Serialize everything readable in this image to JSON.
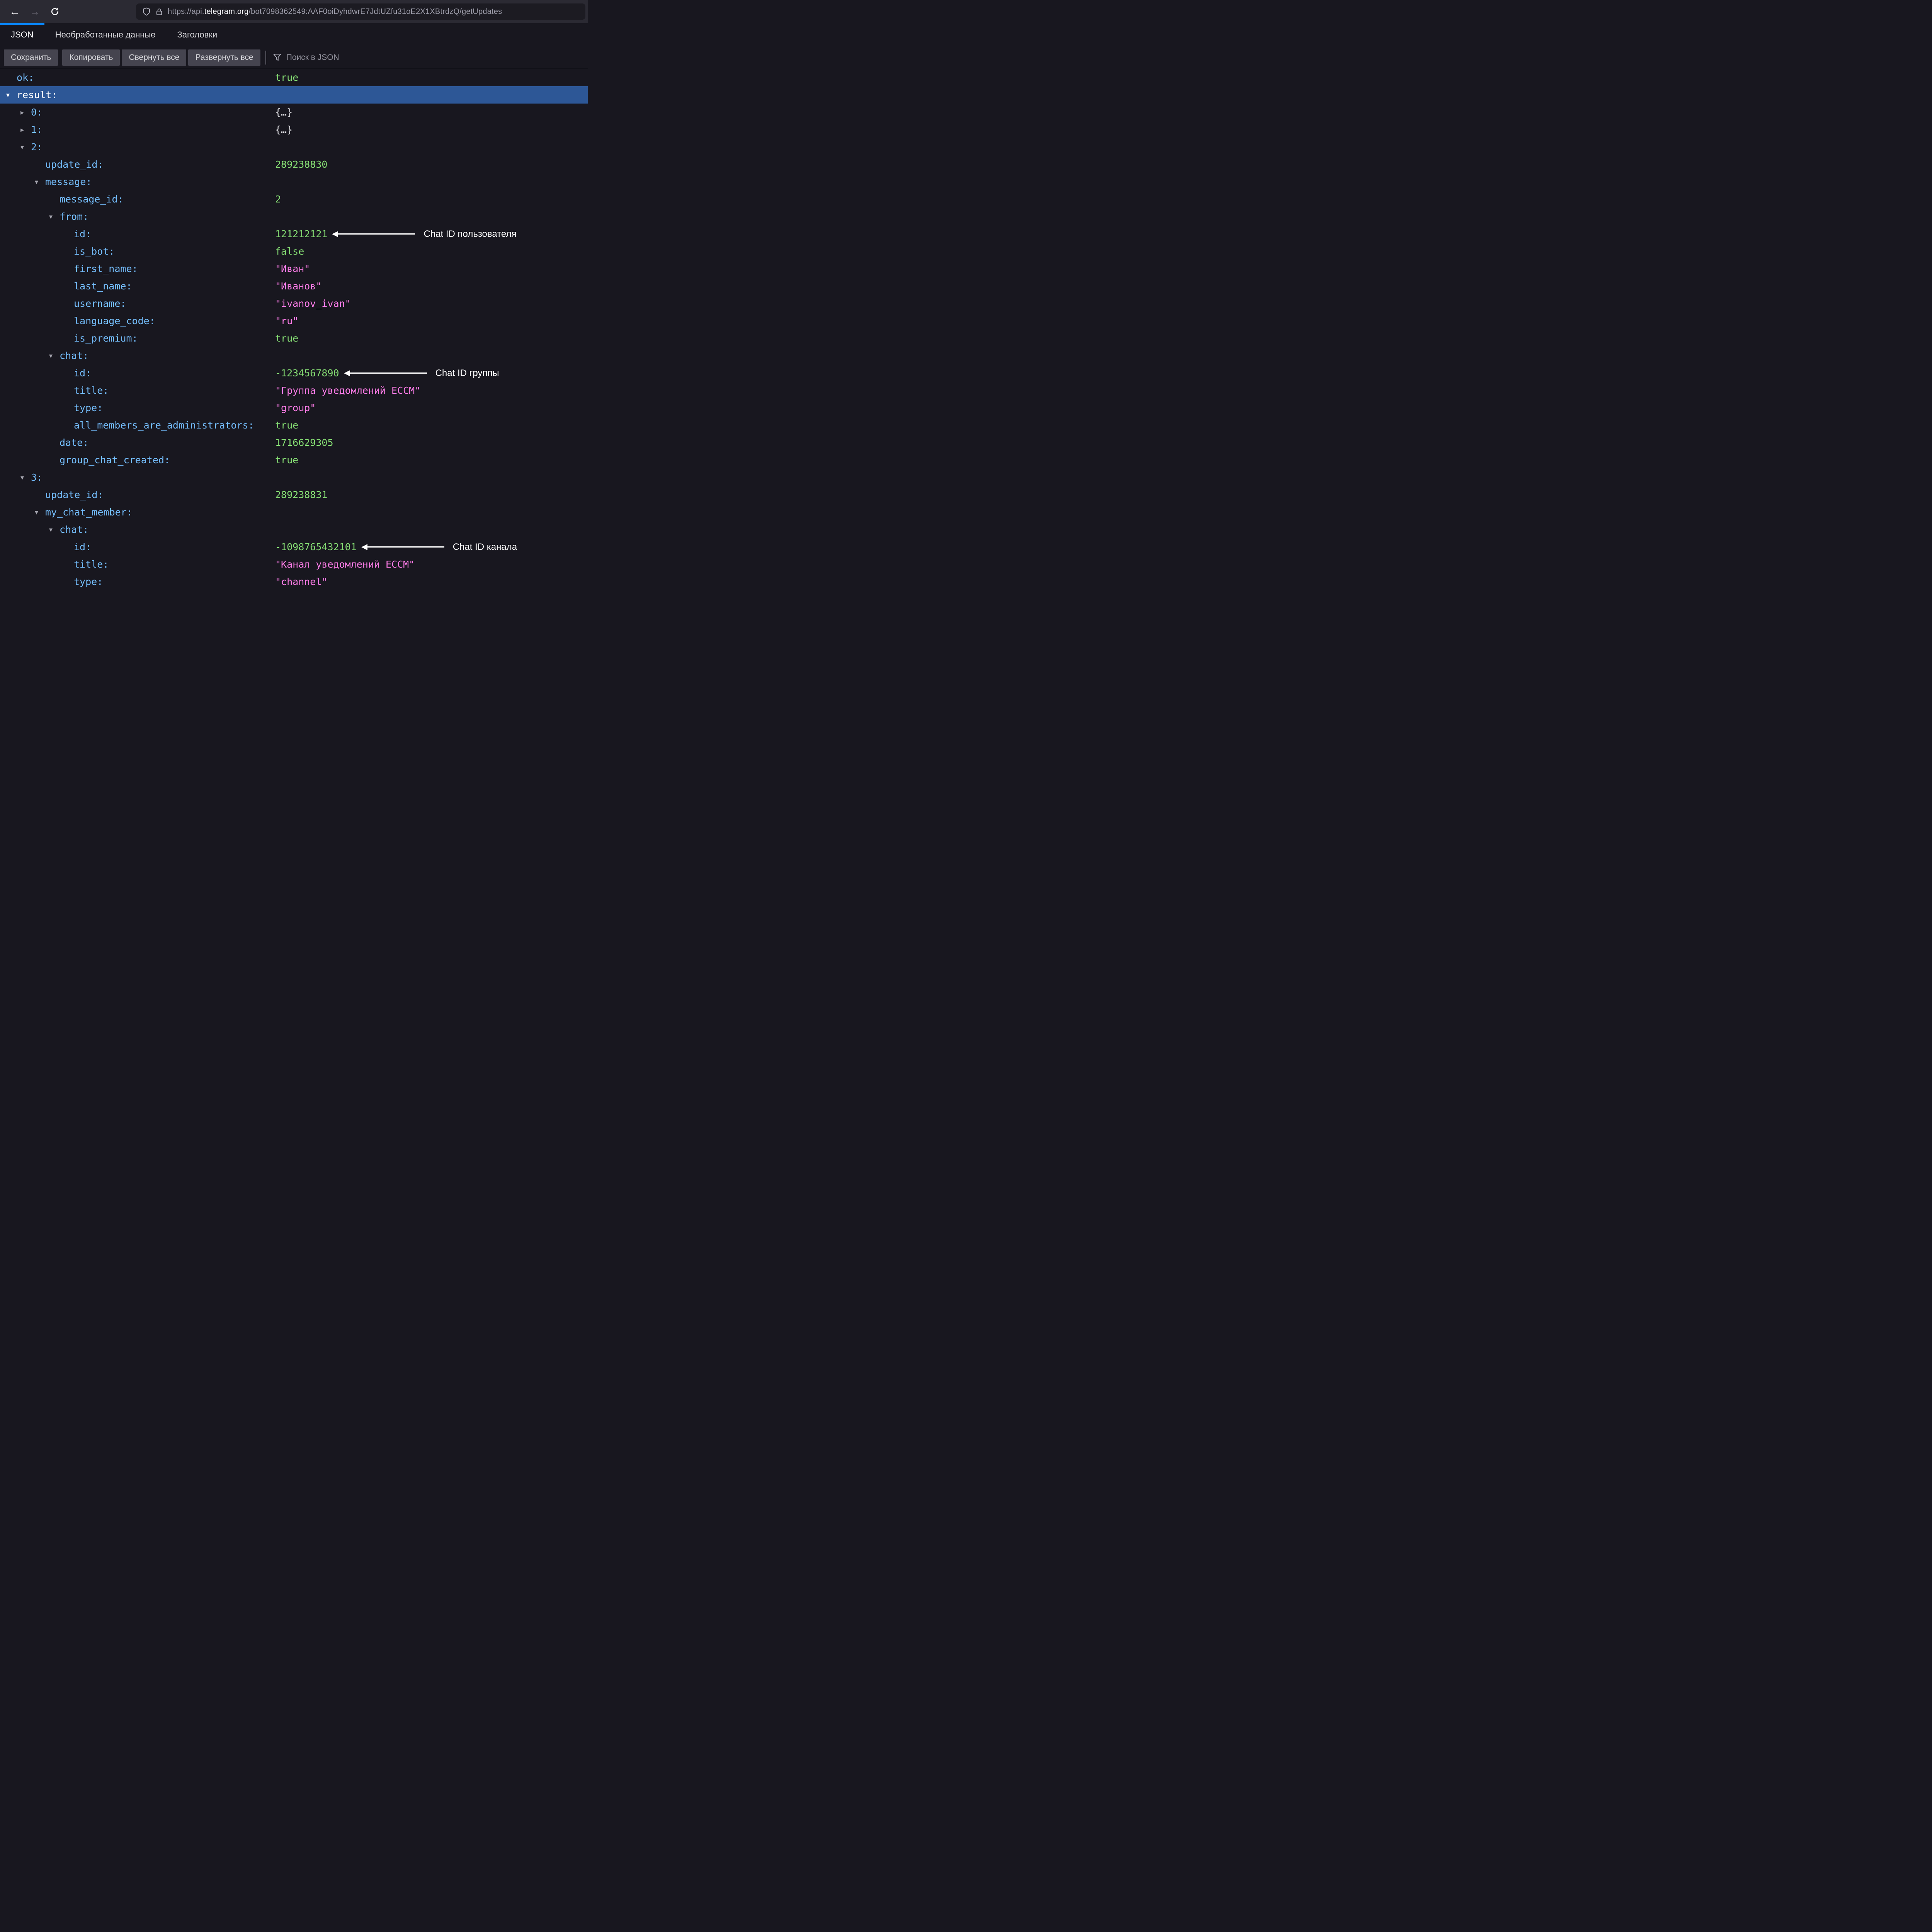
{
  "browser": {
    "url": {
      "scheme_prefix": "https://api.",
      "domain": "telegram.org",
      "path": "/bot7098362549:AAF0oiDyhdwrE7JdtUZfu31oE2X1XBtrdzQ/getUpdates"
    }
  },
  "tabs": [
    {
      "label": "JSON"
    },
    {
      "label": "Необработанные данные"
    },
    {
      "label": "Заголовки"
    }
  ],
  "toolbar": {
    "save_label": "Сохранить",
    "copy_label": "Копировать",
    "collapse_all_label": "Свернуть все",
    "expand_all_label": "Развернуть все",
    "search_placeholder": "Поиск в JSON"
  },
  "colors": {
    "chrome_bg": "#2b2a33",
    "content_bg": "#18171f",
    "tab_accent": "#0a84ff",
    "selection_blue": "#2d5796",
    "key_blue": "#75bfff",
    "number_green": "#86de74",
    "string_pink": "#ff7de9",
    "annotation_white": "#ffffff"
  },
  "json_tree": {
    "rows": [
      {
        "level": 0,
        "twisty": null,
        "key": "ok:",
        "value": "true",
        "vtype": "keyword"
      },
      {
        "level": 0,
        "twisty": "open",
        "key": "result:",
        "selected": true
      },
      {
        "level": 1,
        "twisty": "closed",
        "key": "0:",
        "value": "{…}",
        "vtype": "obj"
      },
      {
        "level": 1,
        "twisty": "closed",
        "key": "1:",
        "value": "{…}",
        "vtype": "obj"
      },
      {
        "level": 1,
        "twisty": "open",
        "key": "2:"
      },
      {
        "level": 2,
        "twisty": null,
        "key": "update_id:",
        "value": "289238830",
        "vtype": "num"
      },
      {
        "level": 2,
        "twisty": "open",
        "key": "message:"
      },
      {
        "level": 3,
        "twisty": null,
        "key": "message_id:",
        "value": "2",
        "vtype": "num"
      },
      {
        "level": 3,
        "twisty": "open",
        "key": "from:"
      },
      {
        "level": 4,
        "twisty": null,
        "key": "id:",
        "value": "121212121",
        "vtype": "num",
        "annotation": "Chat ID пользователя"
      },
      {
        "level": 4,
        "twisty": null,
        "key": "is_bot:",
        "value": "false",
        "vtype": "keyword"
      },
      {
        "level": 4,
        "twisty": null,
        "key": "first_name:",
        "value": "\"Иван\"",
        "vtype": "str"
      },
      {
        "level": 4,
        "twisty": null,
        "key": "last_name:",
        "value": "\"Иванов\"",
        "vtype": "str"
      },
      {
        "level": 4,
        "twisty": null,
        "key": "username:",
        "value": "\"ivanov_ivan\"",
        "vtype": "str"
      },
      {
        "level": 4,
        "twisty": null,
        "key": "language_code:",
        "value": "\"ru\"",
        "vtype": "str"
      },
      {
        "level": 4,
        "twisty": null,
        "key": "is_premium:",
        "value": "true",
        "vtype": "keyword"
      },
      {
        "level": 3,
        "twisty": "open",
        "key": "chat:"
      },
      {
        "level": 4,
        "twisty": null,
        "key": "id:",
        "value": "-1234567890",
        "vtype": "num",
        "annotation": "Chat ID группы"
      },
      {
        "level": 4,
        "twisty": null,
        "key": "title:",
        "value": "\"Группа уведомлений ЕССМ\"",
        "vtype": "str"
      },
      {
        "level": 4,
        "twisty": null,
        "key": "type:",
        "value": "\"group\"",
        "vtype": "str"
      },
      {
        "level": 4,
        "twisty": null,
        "key": "all_members_are_administrators:",
        "value": "true",
        "vtype": "keyword"
      },
      {
        "level": 3,
        "twisty": null,
        "key": "date:",
        "value": "1716629305",
        "vtype": "num"
      },
      {
        "level": 3,
        "twisty": null,
        "key": "group_chat_created:",
        "value": "true",
        "vtype": "keyword"
      },
      {
        "level": 1,
        "twisty": "open",
        "key": "3:"
      },
      {
        "level": 2,
        "twisty": null,
        "key": "update_id:",
        "value": "289238831",
        "vtype": "num"
      },
      {
        "level": 2,
        "twisty": "open",
        "key": "my_chat_member:"
      },
      {
        "level": 3,
        "twisty": "open",
        "key": "chat:"
      },
      {
        "level": 4,
        "twisty": null,
        "key": "id:",
        "value": "-1098765432101",
        "vtype": "num",
        "annotation": "Chat ID канала"
      },
      {
        "level": 4,
        "twisty": null,
        "key": "title:",
        "value": "\"Канал уведомлений ЕССМ\"",
        "vtype": "str"
      },
      {
        "level": 4,
        "twisty": null,
        "key": "type:",
        "value": "\"channel\"",
        "vtype": "str"
      }
    ]
  }
}
